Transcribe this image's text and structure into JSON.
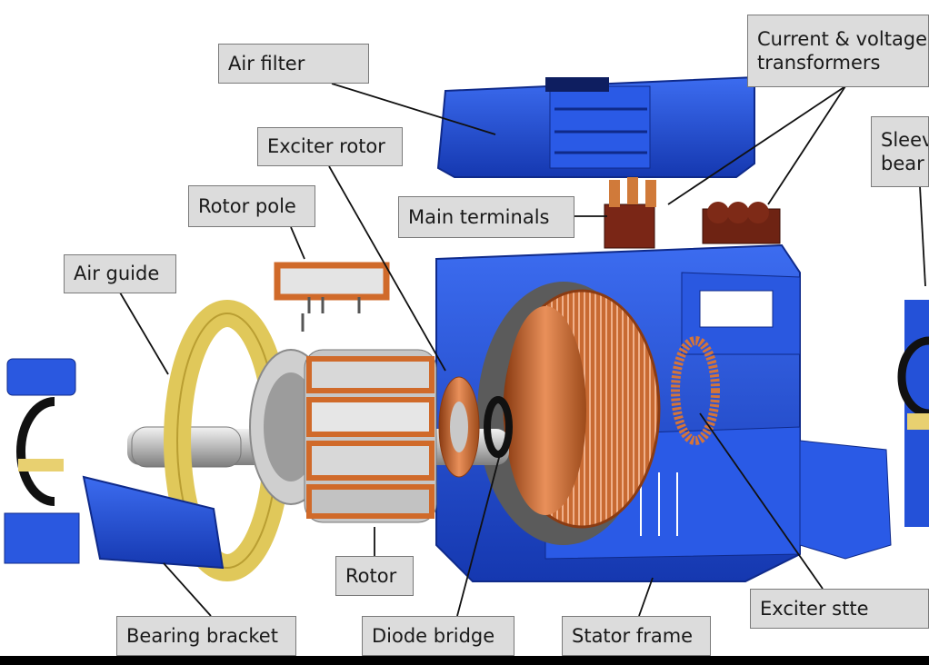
{
  "labels": {
    "air_filter": "Air filter",
    "current_voltage_line1": "Current & voltage",
    "current_voltage_line2": "transformers",
    "exciter_rotor": "Exciter rotor",
    "rotor_pole": "Rotor pole",
    "main_terminals": "Main terminals",
    "air_guide": "Air guide",
    "sleeve_line1": "Sleev",
    "sleeve_line2": "bear",
    "rotor": "Rotor",
    "bearing_bracket": "Bearing bracket",
    "diode_bridge": "Diode bridge",
    "stator_frame": "Stator frame",
    "exciter_stator": "Exciter stte"
  },
  "colors": {
    "frame_blue": "#1e4fd6",
    "copper": "#d06a2a",
    "label_bg": "#dcdcdc",
    "guide_yellow": "#e0c85a"
  }
}
